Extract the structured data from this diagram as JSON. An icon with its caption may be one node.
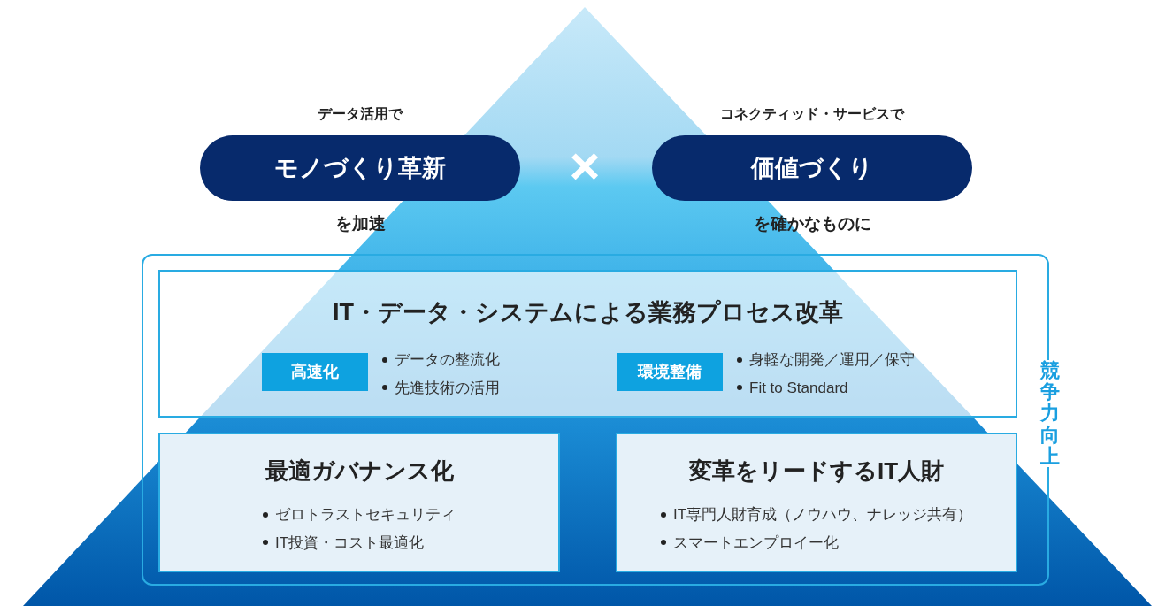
{
  "diagram": {
    "nodes": [
      {
        "text": [
          "モノづくり革新"
        ],
        "beside": [
          "データ活用で",
          "を加速"
        ]
      },
      {
        "text": [
          "価値づくり"
        ],
        "beside": [
          "コネクティッド・サービスで",
          "を確かなものに"
        ]
      },
      {
        "text": [
          "競争力向上"
        ]
      },
      {
        "text": [
          "IT・データ・システムによる業務プロセス改革"
        ],
        "in": 2
      },
      {
        "text": [
          "高速化"
        ],
        "in": 3,
        "beside": [
          "データの整流化",
          "先進技術の活用"
        ]
      },
      {
        "text": [
          "環境整備"
        ],
        "in": 3,
        "beside": [
          "身軽な開発／運用／保守",
          "Fit to Standard"
        ]
      },
      {
        "text": [
          "最適ガバナンス化",
          "ゼロトラストセキュリティ",
          "IT投資・コスト最適化"
        ],
        "in": 2
      },
      {
        "text": [
          "変革をリードするIT人財",
          "IT専門人財育成（ノウハウ、ナレッジ共有）",
          "スマートエンプロイー化"
        ],
        "in": 2
      }
    ],
    "labels": [
      "×"
    ]
  }
}
